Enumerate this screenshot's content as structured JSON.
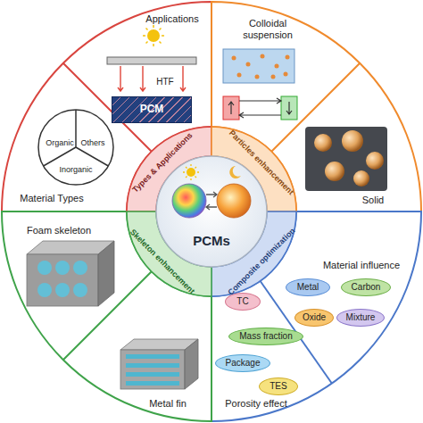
{
  "diagram": {
    "nodes": [
      {
        "text": [
          "PCMs"
        ]
      },
      {
        "text": [
          "Types & Applications"
        ]
      },
      {
        "text": [
          "Particles enhancement"
        ]
      },
      {
        "text": [
          "Composite optimization"
        ]
      },
      {
        "text": [
          "Skeleton enhancement"
        ]
      },
      {
        "text": [
          "Applications"
        ]
      },
      {
        "text": [
          "PCM"
        ],
        "in": 5
      },
      {
        "text": [
          "Colloidal suspension"
        ]
      },
      {
        "text": [
          "Solid"
        ]
      },
      {
        "text": [
          "Material influence"
        ]
      },
      {
        "text": [
          "Metal"
        ],
        "in": 9
      },
      {
        "text": [
          "Carbon"
        ],
        "in": 9
      },
      {
        "text": [
          "Oxide"
        ],
        "in": 9
      },
      {
        "text": [
          "Mixture"
        ],
        "in": 9
      },
      {
        "text": [
          "Porosity effect"
        ]
      },
      {
        "text": [
          "TC"
        ],
        "in": 14
      },
      {
        "text": [
          "Mass fraction"
        ],
        "in": 14
      },
      {
        "text": [
          "Package"
        ],
        "in": 14
      },
      {
        "text": [
          "TES"
        ],
        "in": 14
      },
      {
        "text": [
          "Metal fin"
        ]
      },
      {
        "text": [
          "Foam skeleton"
        ]
      },
      {
        "text": [
          "Material Types"
        ]
      }
    ],
    "labels": [
      "HTF",
      "Organic",
      "Others",
      "Inorganic"
    ]
  }
}
